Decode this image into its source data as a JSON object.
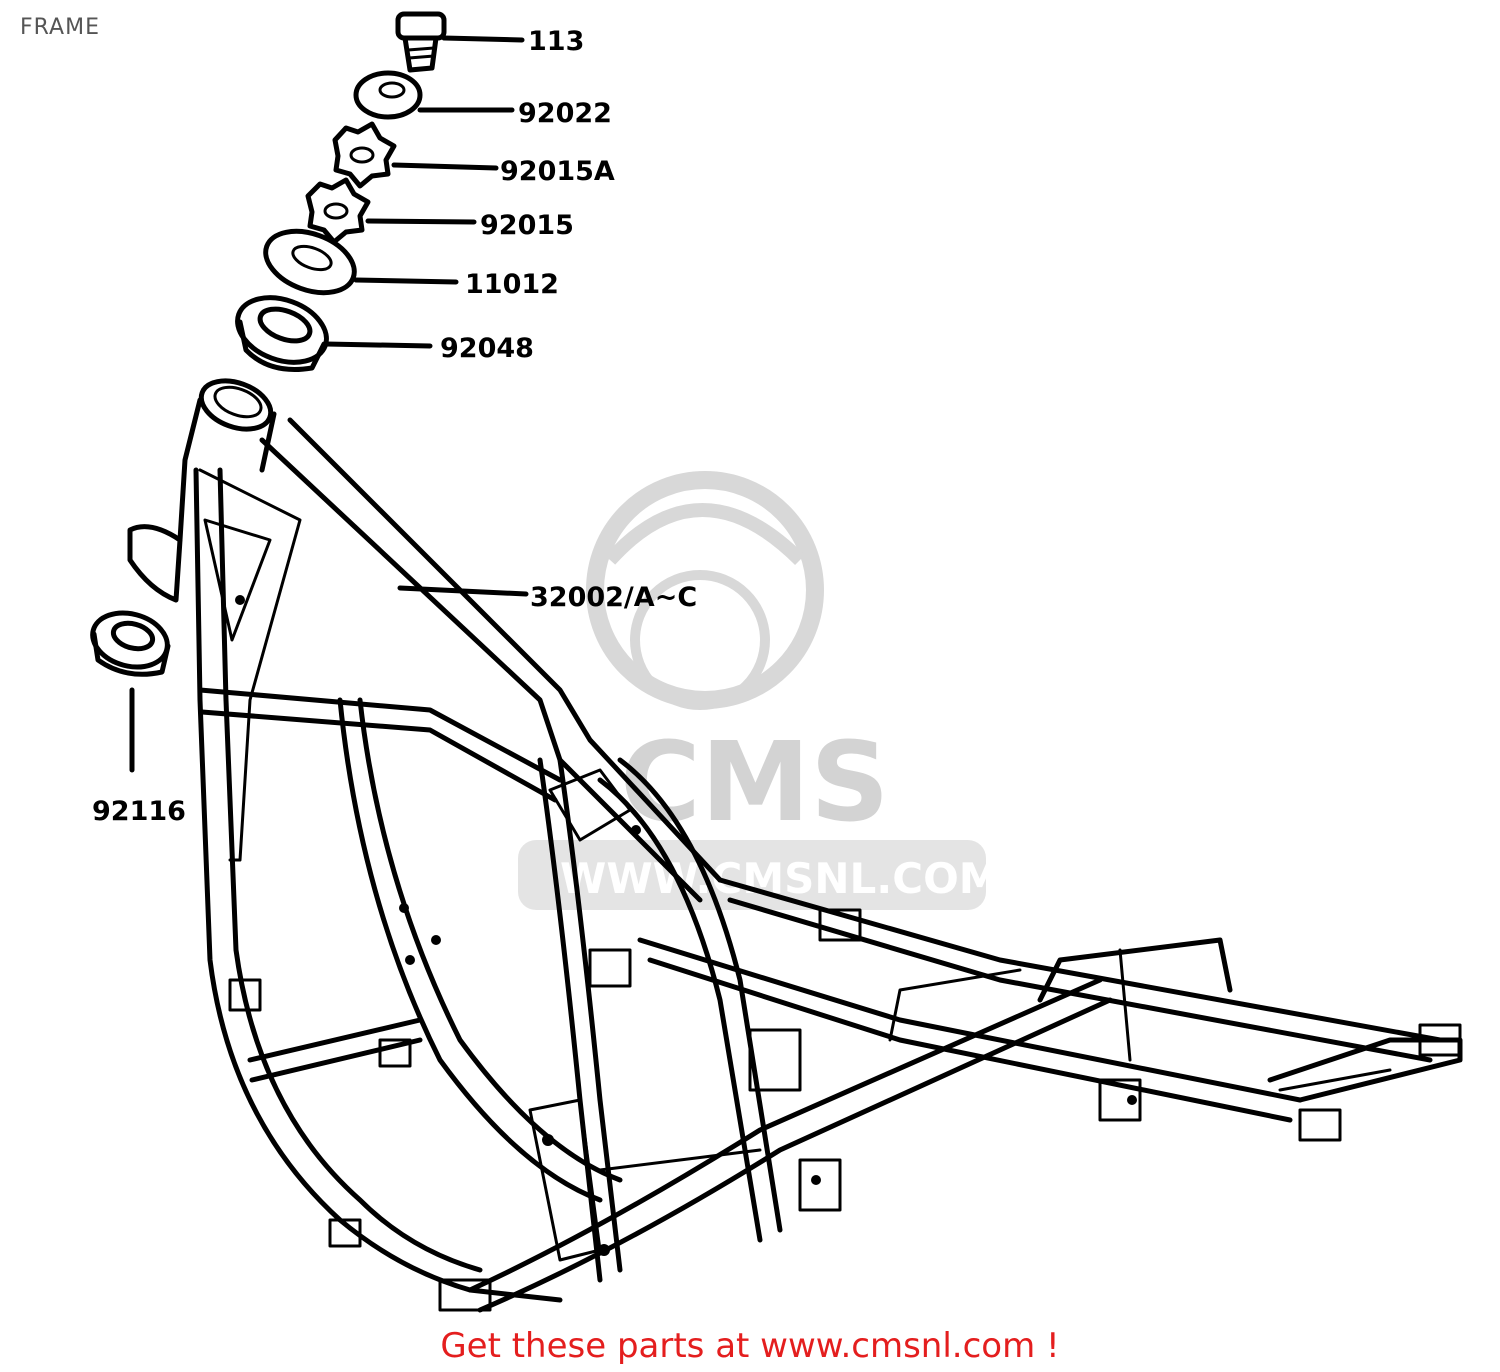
{
  "header": {
    "title": "FRAME"
  },
  "parts": [
    {
      "id": "p113",
      "number": "113"
    },
    {
      "id": "p92022",
      "number": "92022"
    },
    {
      "id": "p92015A",
      "number": "92015A"
    },
    {
      "id": "p92015",
      "number": "92015"
    },
    {
      "id": "p11012",
      "number": "11012"
    },
    {
      "id": "p92048",
      "number": "92048"
    },
    {
      "id": "p32002",
      "number": "32002/A~C"
    },
    {
      "id": "p92116",
      "number": "92116"
    }
  ],
  "watermark": {
    "brand": "CMS",
    "url": "WWW.CMSNL.COM"
  },
  "footer": {
    "text": "Get these parts at www.cmsnl.com !"
  },
  "colors": {
    "footer_text": "#e41e1e",
    "watermark": "#cfcfcf",
    "line": "#000000"
  }
}
